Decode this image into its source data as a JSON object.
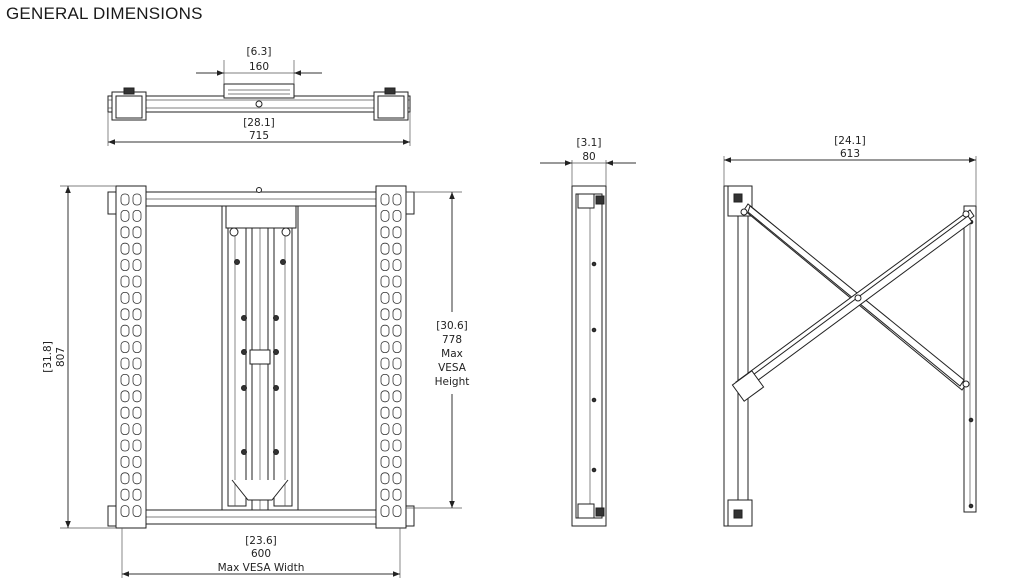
{
  "title": "GENERAL DIMENSIONS",
  "top_view": {
    "clamp_dim": {
      "inch": "[6.3]",
      "mm": "160"
    },
    "width_dim": {
      "inch": "[28.1]",
      "mm": "715"
    }
  },
  "front_view": {
    "height_dim": {
      "inch": "[31.8]",
      "mm": "807"
    },
    "vesa_height_dim": {
      "inch": "[30.6]",
      "mm": "778",
      "line1": "Max",
      "line2": "VESA",
      "line3": "Height"
    },
    "vesa_width_dim": {
      "inch": "[23.6]",
      "mm": "600",
      "label": "Max VESA Width"
    }
  },
  "side_view_closed": {
    "depth_dim": {
      "inch": "[3.1]",
      "mm": "80"
    }
  },
  "side_view_open": {
    "depth_dim": {
      "inch": "[24.1]",
      "mm": "613"
    }
  }
}
